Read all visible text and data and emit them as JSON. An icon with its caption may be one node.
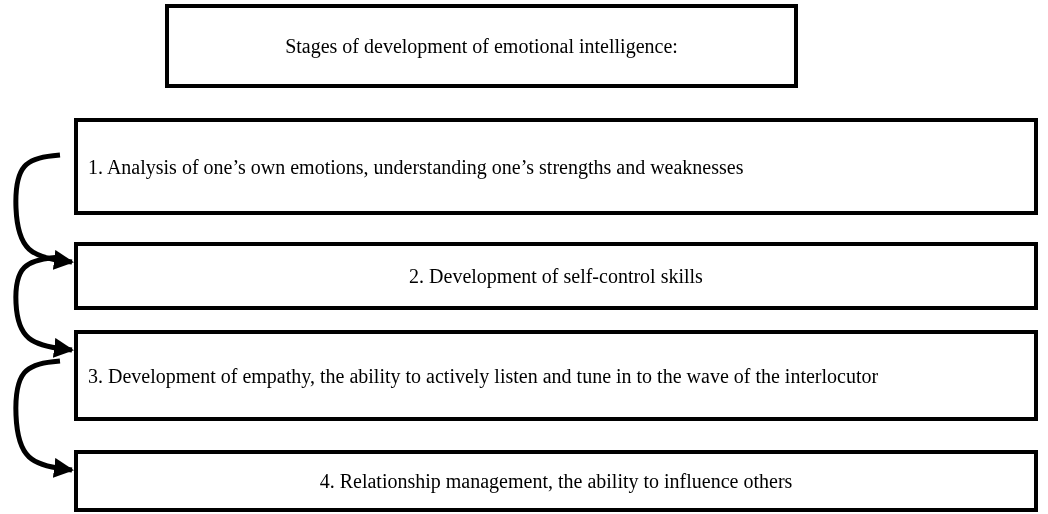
{
  "diagram": {
    "nodes": [
      {
        "text": [
          "Stages of development of emotional intelligence:"
        ]
      },
      {
        "text": [
          "1. Analysis of one’s own emotions, understanding one’s strengths and weaknesses"
        ]
      },
      {
        "text": [
          "2. Development of self-control skills"
        ]
      },
      {
        "text": [
          "3. Development of empathy, the ability to actively listen and tune in to the wave of the interlocutor"
        ]
      },
      {
        "text": [
          "4. Relationship management, the ability to influence others"
        ]
      }
    ],
    "edges": [
      {
        "from": 1,
        "to": 2,
        "arrow": "to"
      },
      {
        "from": 2,
        "to": 3,
        "arrow": "to"
      },
      {
        "from": 3,
        "to": 4,
        "arrow": "to"
      }
    ]
  }
}
